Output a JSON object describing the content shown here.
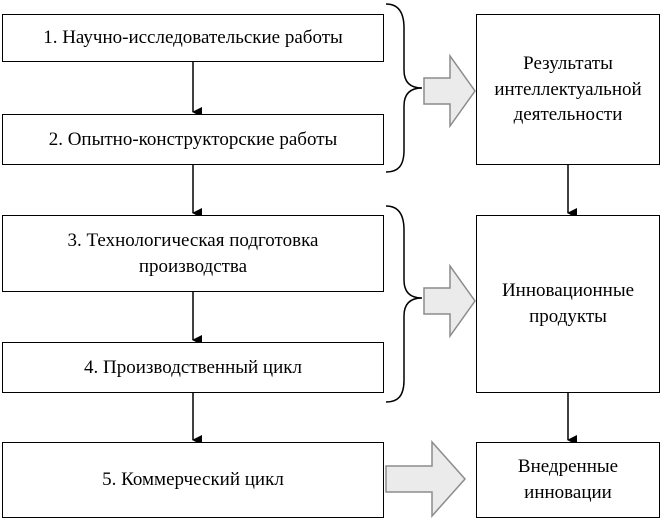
{
  "diagram": {
    "steps": [
      {
        "label": "1. Научно-исследовательские работы"
      },
      {
        "label": "2. Опытно-конструкторские работы"
      },
      {
        "label": "3. Технологическая подготовка производства"
      },
      {
        "label": "4. Производственный цикл"
      },
      {
        "label": "5. Коммерческий цикл"
      }
    ],
    "results": [
      {
        "label": "Результаты интеллектуальной деятельности"
      },
      {
        "label": "Инновационные продукты"
      },
      {
        "label": "Внедренные инновации"
      }
    ]
  }
}
